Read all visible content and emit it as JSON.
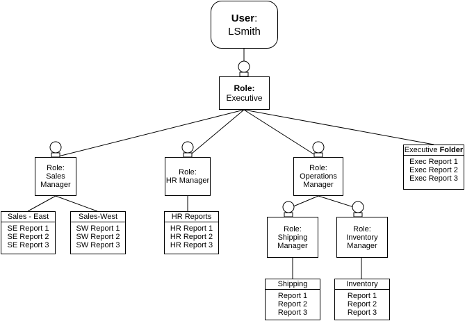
{
  "user": {
    "label": "User",
    "colon": ":",
    "name": "LSmith"
  },
  "roles": {
    "executive": {
      "prefix": "Role:",
      "name": "Executive"
    },
    "sales": {
      "prefix": "Role:",
      "line1": "Sales",
      "line2": "Manager"
    },
    "hr": {
      "prefix": "Role:",
      "name": "HR Manager"
    },
    "operations": {
      "prefix": "Role:",
      "line1": "Operations",
      "line2": "Manager"
    },
    "shipping": {
      "prefix": "Role:",
      "line1": "Shipping",
      "line2": "Manager"
    },
    "inventory": {
      "prefix": "Role:",
      "line1": "Inventory",
      "line2": "Manager"
    }
  },
  "folders": {
    "executive": {
      "title": "Executive",
      "title_bold": "Folder",
      "items": [
        "Exec Report 1",
        "Exec Report 2",
        "Exec Report 3"
      ]
    },
    "sales_east": {
      "title": "Sales - East",
      "items": [
        "SE Report 1",
        "SE Report 2",
        "SE Report 3"
      ]
    },
    "sales_west": {
      "title": "Sales-West",
      "items": [
        "SW Report 1",
        "SW Report 2",
        "SW Report 3"
      ]
    },
    "hr_reports": {
      "title": "HR Reports",
      "items": [
        "HR Report 1",
        "HR Report 2",
        "HR Report 3"
      ]
    },
    "shipping": {
      "title": "Shipping",
      "items": [
        "Report 1",
        "Report 2",
        "Report 3"
      ]
    },
    "inventory": {
      "title": "Inventory",
      "items": [
        "Report 1",
        "Report 2",
        "Report 3"
      ]
    }
  }
}
